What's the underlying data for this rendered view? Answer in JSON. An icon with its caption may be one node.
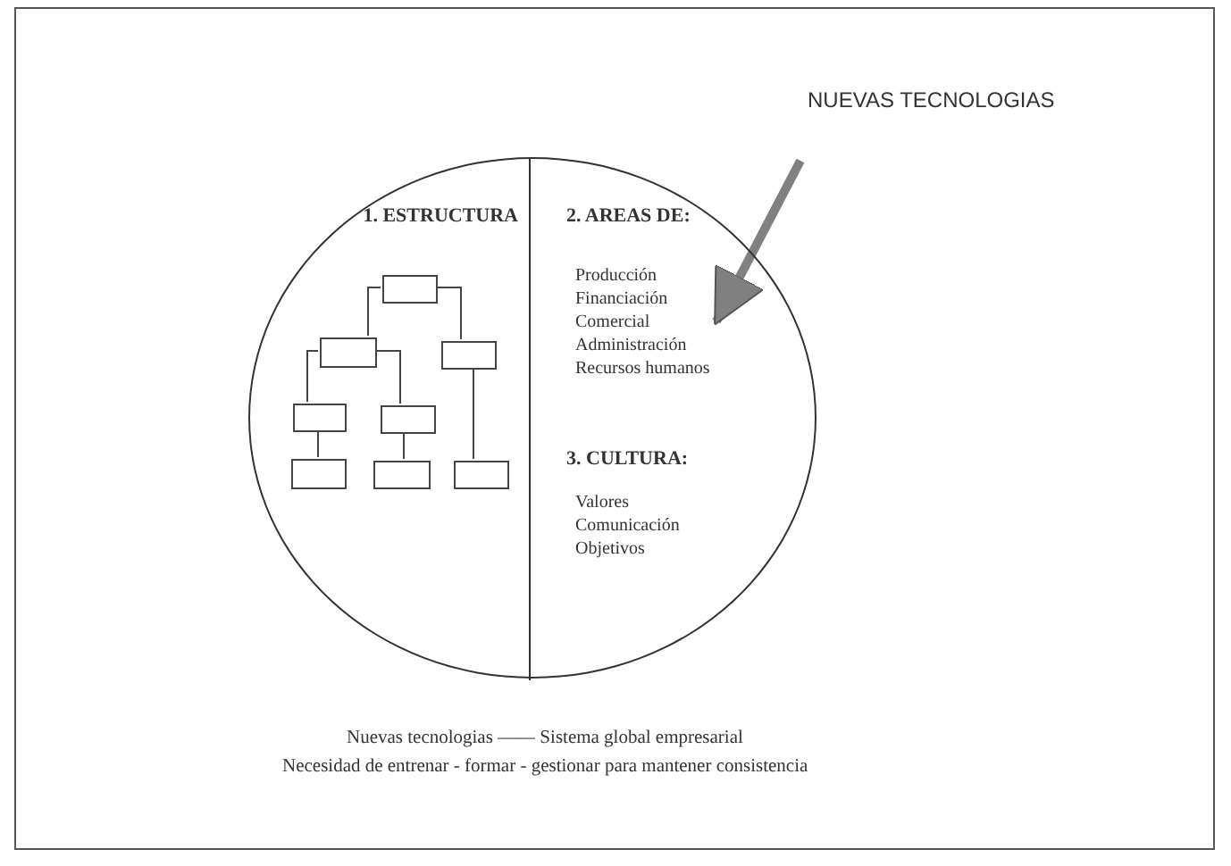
{
  "diagram": {
    "nodes": [
      {
        "text": [],
        "shape": "circle"
      },
      {
        "text": [
          "1. ESTRUCTURA"
        ],
        "in": 0
      },
      {
        "text": [
          "2. AREAS DE:",
          "Producción",
          "Financiación",
          "Comercial",
          "Administración",
          "Recursos humanos",
          "3. CULTURA:",
          "Valores",
          "Comunicación",
          "Objetivos"
        ],
        "in": 0
      },
      {
        "text": [],
        "shape": "box",
        "in": 1
      },
      {
        "text": [],
        "shape": "box",
        "in": 1
      },
      {
        "text": [],
        "shape": "box",
        "in": 1
      },
      {
        "text": [],
        "shape": "box",
        "in": 1
      },
      {
        "text": [],
        "shape": "box",
        "in": 1
      },
      {
        "text": [],
        "shape": "box",
        "in": 1
      },
      {
        "text": [],
        "shape": "box",
        "in": 1
      },
      {
        "text": [],
        "shape": "box",
        "in": 1
      },
      {
        "text": [
          "NUEVAS TECNOLOGIAS"
        ]
      }
    ],
    "edges": [
      {
        "from": 3,
        "to": 4,
        "arrow": "none"
      },
      {
        "from": 3,
        "to": 5,
        "arrow": "none"
      },
      {
        "from": 4,
        "to": 6,
        "arrow": "none"
      },
      {
        "from": 4,
        "to": 7,
        "arrow": "none"
      },
      {
        "from": 6,
        "to": 8,
        "arrow": "none"
      },
      {
        "from": 7,
        "to": 9,
        "arrow": "none"
      },
      {
        "from": 5,
        "to": 10,
        "arrow": "none"
      },
      {
        "from": 11,
        "to": 2,
        "arrow": "to",
        "style": "thick",
        "color": "#808080"
      }
    ],
    "labels": [
      "Nuevas tecnologias ——  Sistema global empresarial",
      "Necesidad de entrenar - formar -  gestionar para mantener consistencia"
    ]
  }
}
